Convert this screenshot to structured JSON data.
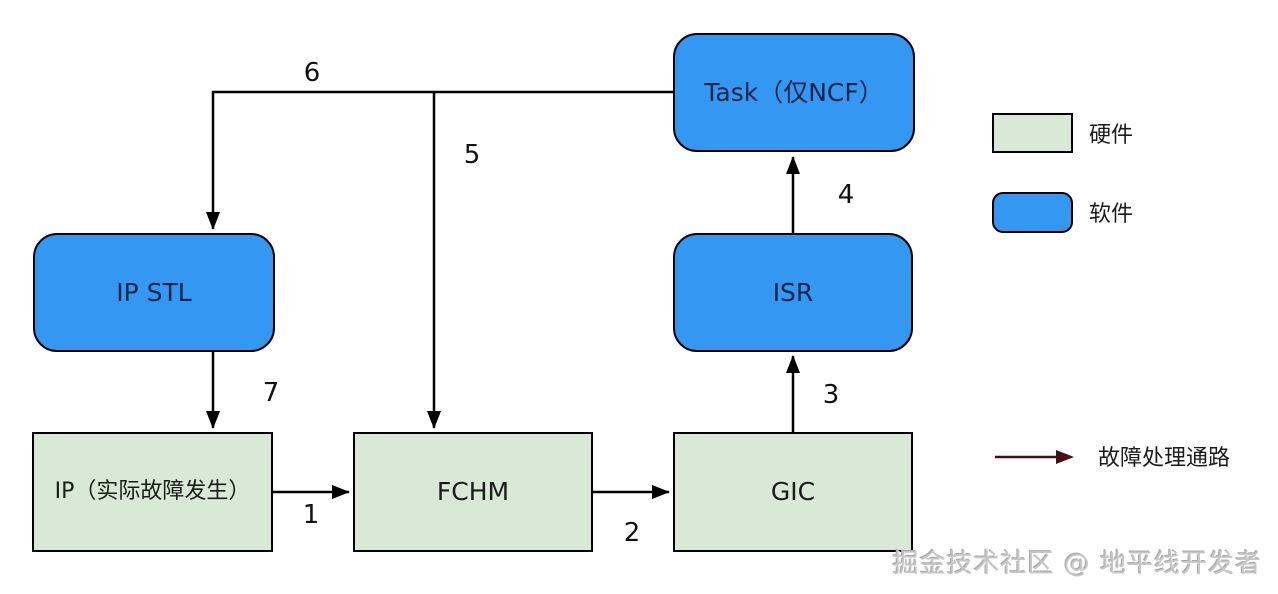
{
  "diagram": {
    "nodes": {
      "task": {
        "label": "Task（仅NCF）",
        "type": "software"
      },
      "ip_stl": {
        "label": "IP STL",
        "type": "software"
      },
      "isr": {
        "label": "ISR",
        "type": "software"
      },
      "ip": {
        "label": "IP（实际故障发生）",
        "type": "hardware"
      },
      "fchm": {
        "label": "FCHM",
        "type": "hardware"
      },
      "gic": {
        "label": "GIC",
        "type": "hardware"
      }
    },
    "edges": [
      {
        "id": "1",
        "from": "ip",
        "to": "fchm"
      },
      {
        "id": "2",
        "from": "fchm",
        "to": "gic"
      },
      {
        "id": "3",
        "from": "gic",
        "to": "isr"
      },
      {
        "id": "4",
        "from": "isr",
        "to": "task"
      },
      {
        "id": "5",
        "from": "task",
        "to": "fchm"
      },
      {
        "id": "6",
        "from": "task",
        "to": "ip_stl"
      },
      {
        "id": "7",
        "from": "ip_stl",
        "to": "ip"
      }
    ]
  },
  "legend": {
    "hardware_label": "硬件",
    "software_label": "软件",
    "arrow_label": "故障处理通路"
  },
  "watermark": "掘金技术社区 @ 地平线开发者",
  "colors": {
    "software_fill": "#3498f3",
    "software_text": "#142347",
    "hardware_fill": "#d8e9d5",
    "hardware_text": "#1b1b1b",
    "line": "#000000",
    "legend_arrow": "#421016",
    "watermark": "#c6c6c6"
  }
}
